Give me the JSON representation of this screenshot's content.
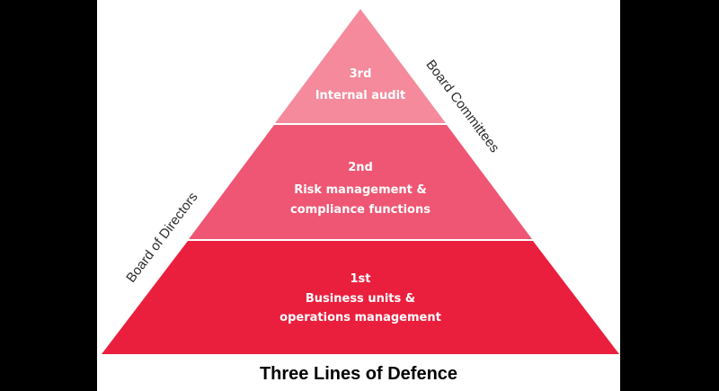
{
  "diagram": {
    "caption": "Three Lines of Defence",
    "left_side_label": "Board of Directors",
    "right_side_label": "Board Committees",
    "tiers": [
      {
        "line": "3rd",
        "text": [
          "Internal audit"
        ],
        "color": "#f48a9c"
      },
      {
        "line": "2nd",
        "text": [
          "Risk management &",
          "compliance functions"
        ],
        "color": "#ee5673"
      },
      {
        "line": "1st",
        "text": [
          "Business units &",
          "operations management"
        ],
        "color": "#ea1f3d"
      }
    ],
    "background_color": "#000000",
    "panel_color": "#ffffff"
  }
}
